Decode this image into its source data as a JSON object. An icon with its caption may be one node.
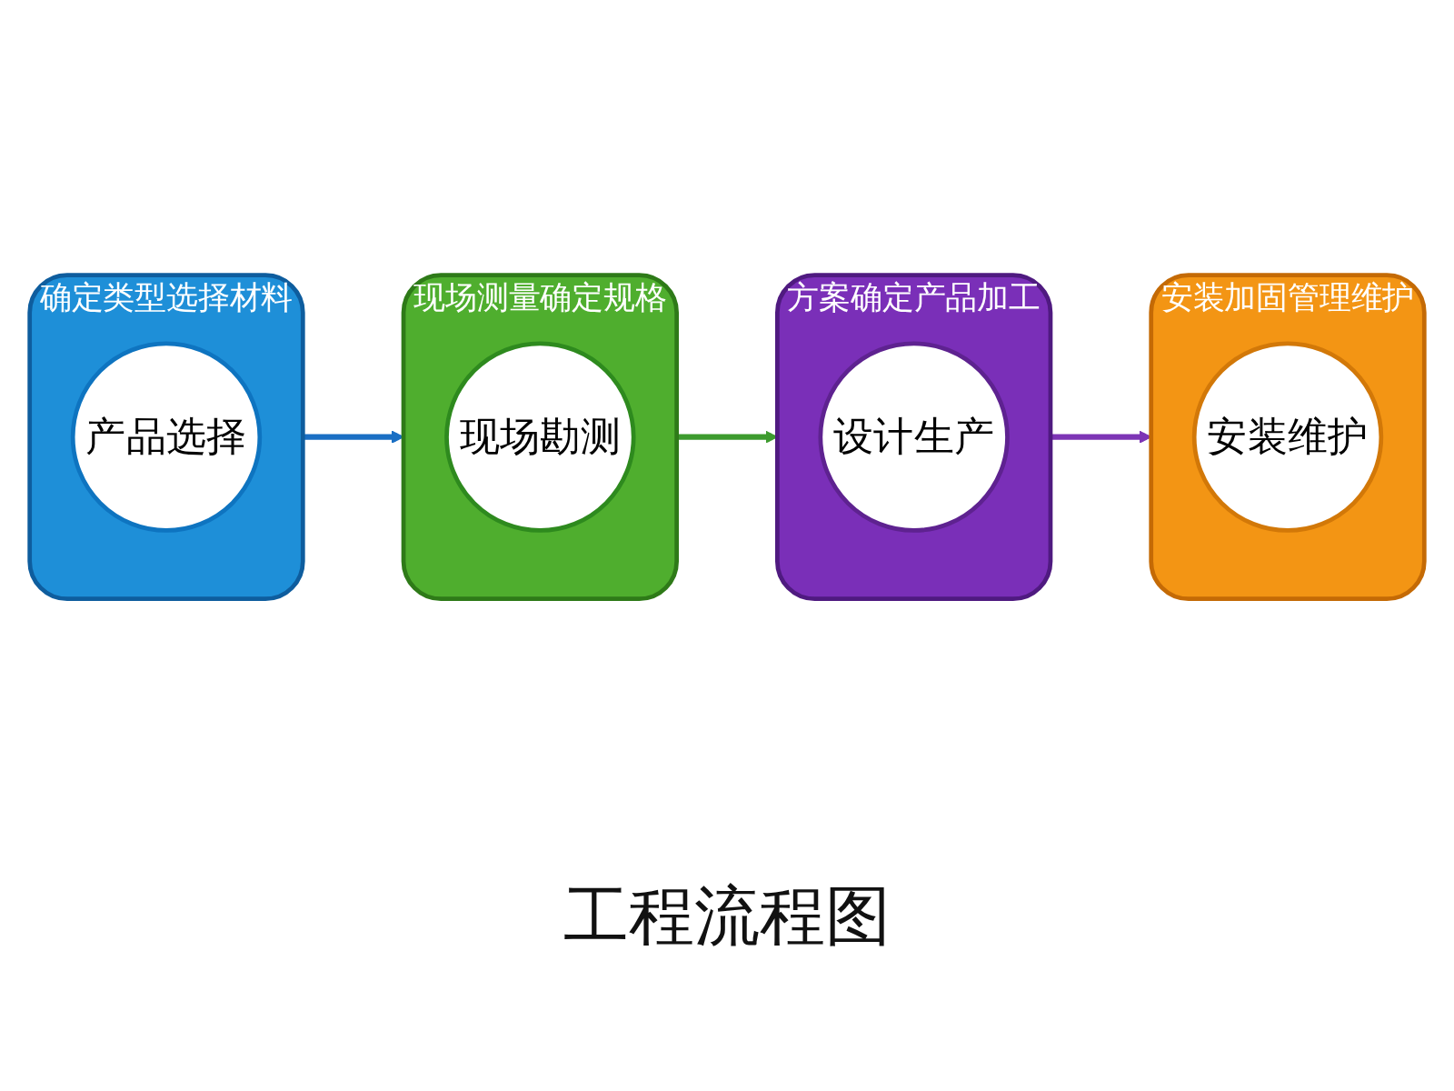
{
  "diagram": {
    "caption": "工程流程图",
    "nodes": [
      {
        "text": [
          "确定类型选择材料"
        ]
      },
      {
        "text": [
          "产品选择"
        ],
        "in": 0
      },
      {
        "text": [
          "现场测量确定规格"
        ]
      },
      {
        "text": [
          "现场勘测"
        ],
        "in": 2
      },
      {
        "text": [
          "方案确定产品加工"
        ]
      },
      {
        "text": [
          "设计生产"
        ],
        "in": 4
      },
      {
        "text": [
          "安装加固管理维护"
        ]
      },
      {
        "text": [
          "安装维护"
        ],
        "in": 6
      }
    ],
    "edges": [
      {
        "from": 0,
        "to": 2,
        "arrow": "to",
        "color": "#1a6fc4"
      },
      {
        "from": 2,
        "to": 4,
        "arrow": "to",
        "color": "#3d9b2e"
      },
      {
        "from": 4,
        "to": 6,
        "arrow": "to",
        "color": "#7d35b5"
      }
    ]
  }
}
